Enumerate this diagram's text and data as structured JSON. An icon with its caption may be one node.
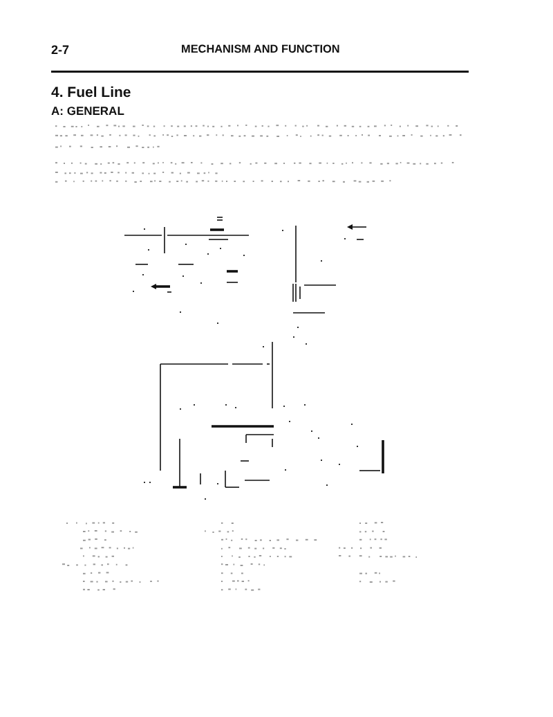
{
  "diagram": {
    "title": "MECHANISM AND FUNCTION",
    "labels": [
      "2-7",
      "4. Fuel Line",
      "A: GENERAL"
    ]
  }
}
